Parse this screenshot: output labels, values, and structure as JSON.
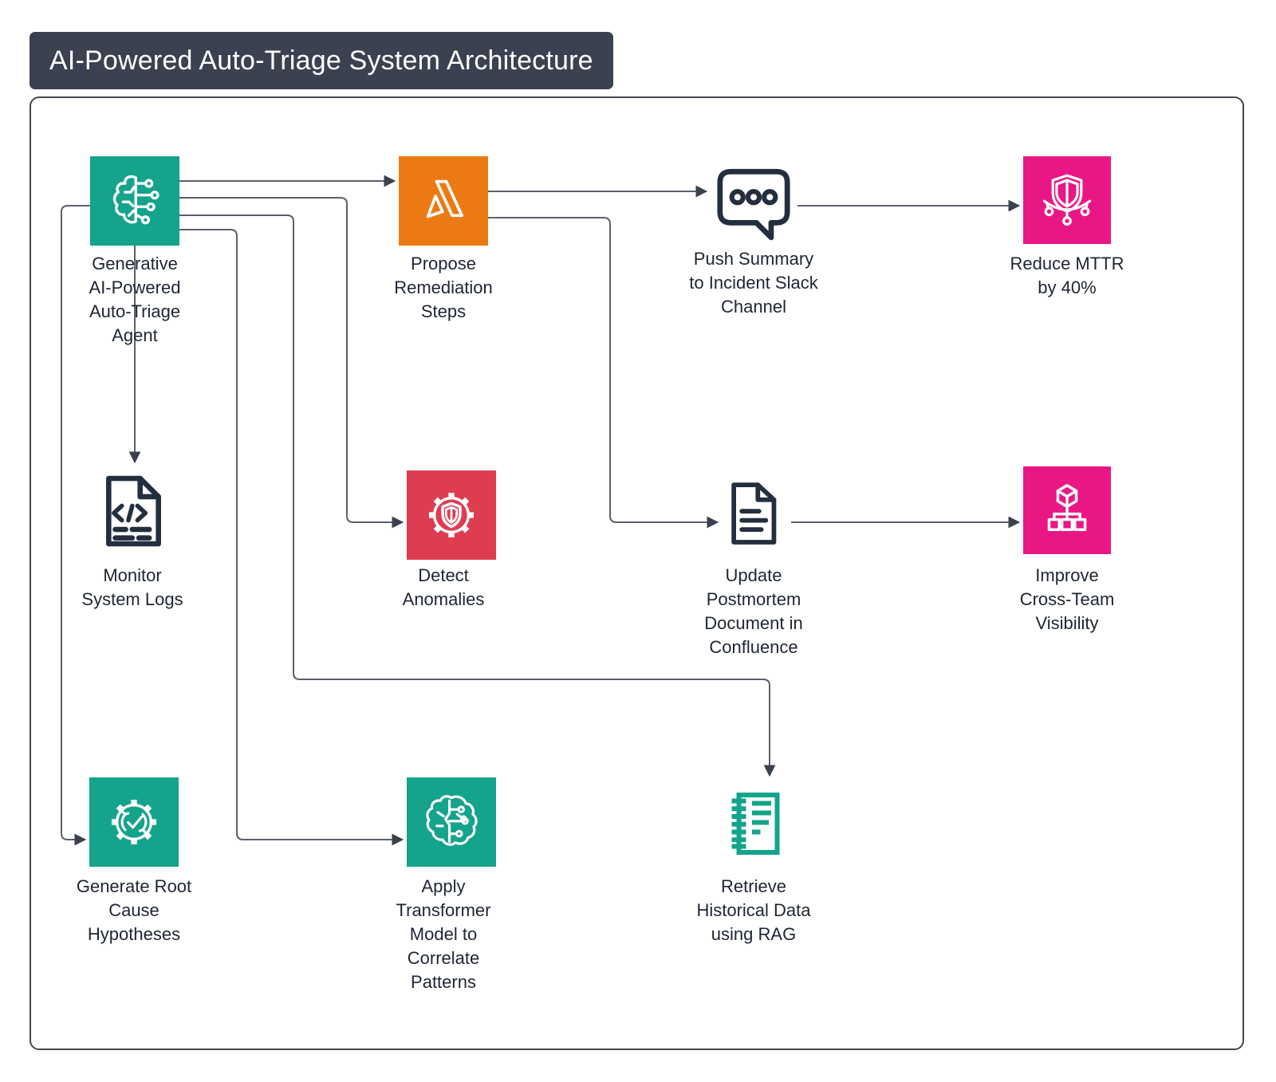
{
  "title": "AI-Powered Auto-Triage System Architecture",
  "colors": {
    "teal": "#14A38B",
    "orange": "#EC7A13",
    "red": "#DE3D51",
    "pink": "#E91786",
    "icon_outline_dark": "#232F3E",
    "wire": "#5B616B",
    "arrowhead": "#3A414C",
    "title_bg": "#3B4150",
    "canvas_border": "#42484F",
    "label_text": "#1E2533"
  },
  "nodes": {
    "agent": {
      "label": "Generative\nAI-Powered\nAuto-Triage\nAgent",
      "icon": "brain-circuit-icon",
      "color": "#14A38B"
    },
    "propose": {
      "label": "Propose\nRemediation\nSteps",
      "icon": "lambda-icon",
      "color": "#EC7A13"
    },
    "push": {
      "label": "Push Summary\nto Incident Slack\nChannel",
      "icon": "chat-dots-icon",
      "color": "transparent"
    },
    "mttr": {
      "label": "Reduce MTTR\nby 40%",
      "icon": "shield-network-icon",
      "color": "#E91786"
    },
    "monitor": {
      "label": "Monitor\nSystem Logs",
      "icon": "code-document-icon",
      "color": "transparent"
    },
    "detect": {
      "label": "Detect\nAnomalies",
      "icon": "gear-shield-icon",
      "color": "#DE3D51"
    },
    "update": {
      "label": "Update\nPostmortem\nDocument in\nConfluence",
      "icon": "document-icon",
      "color": "transparent"
    },
    "improve": {
      "label": "Improve\nCross-Team\nVisibility",
      "icon": "cube-hierarchy-icon",
      "color": "#E91786"
    },
    "rootcause": {
      "label": "Generate Root\nCause\nHypotheses",
      "icon": "gear-check-icon",
      "color": "#14A38B"
    },
    "transformer": {
      "label": "Apply\nTransformer\nModel to\nCorrelate\nPatterns",
      "icon": "brain-network-icon",
      "color": "#14A38B"
    },
    "retrieve": {
      "label": "Retrieve\nHistorical Data\nusing RAG",
      "icon": "notebook-icon",
      "color": "transparent"
    }
  },
  "connections": [
    {
      "from": "agent",
      "to": "propose"
    },
    {
      "from": "agent",
      "to": "monitor"
    },
    {
      "from": "agent",
      "to": "detect"
    },
    {
      "from": "agent",
      "to": "retrieve"
    },
    {
      "from": "agent",
      "to": "transformer"
    },
    {
      "from": "agent",
      "to": "rootcause"
    },
    {
      "from": "propose",
      "to": "push"
    },
    {
      "from": "propose",
      "to": "update"
    },
    {
      "from": "push",
      "to": "mttr"
    },
    {
      "from": "update",
      "to": "improve"
    }
  ]
}
